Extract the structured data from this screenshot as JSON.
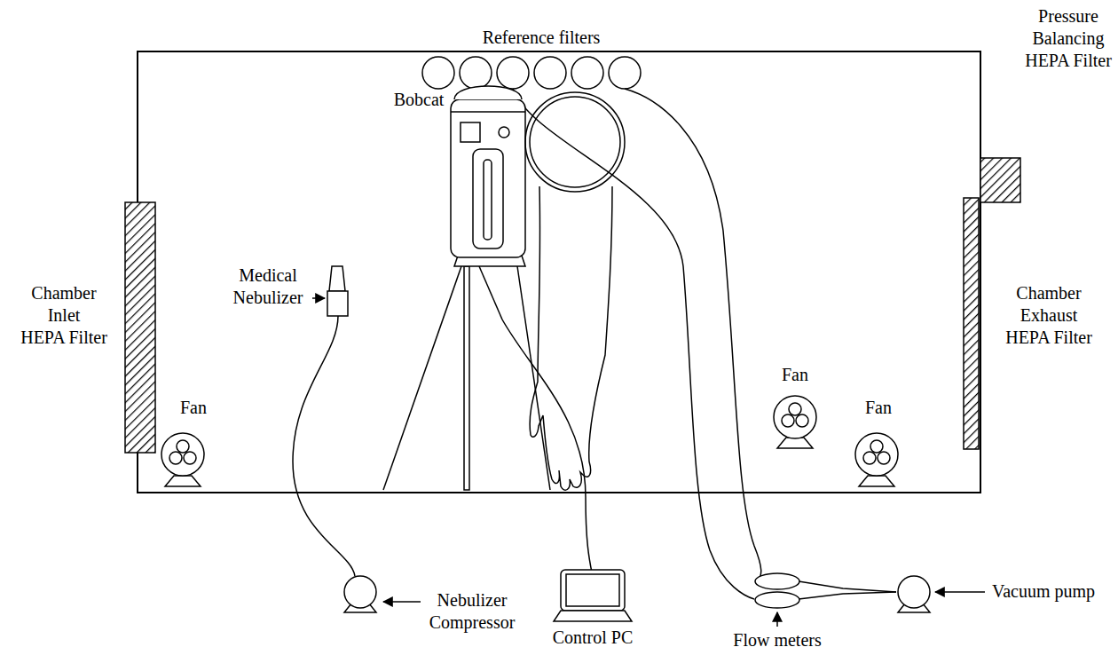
{
  "diagram": {
    "labels": [
      "Pressure Balancing HEPA Filter",
      "Reference filters",
      "Chamber Inlet HEPA Filter",
      "Medical Nebulizer",
      "Bobcat",
      "Chamber Exhaust HEPA Filter",
      "Fan",
      "Fan",
      "Fan",
      "Nebulizer Compressor",
      "Control PC",
      "Flow meters",
      "Vacuum pump"
    ]
  }
}
